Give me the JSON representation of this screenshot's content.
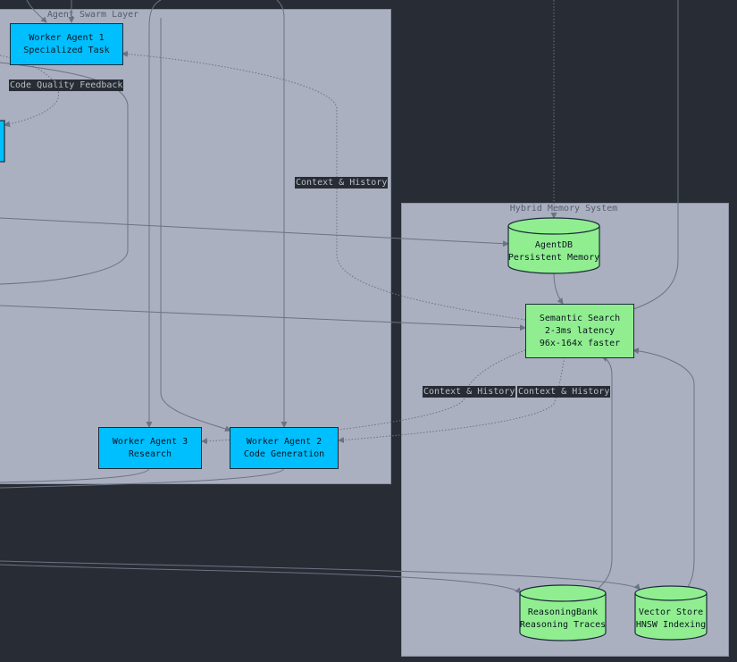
{
  "clusters": {
    "swarm": {
      "title": "Agent Swarm Layer"
    },
    "memory": {
      "title": "Hybrid Memory System"
    }
  },
  "nodes": {
    "worker1": {
      "line1": "Worker Agent 1",
      "line2": "Specialized Task"
    },
    "worker2": {
      "line1": "Worker Agent 2",
      "line2": "Code Generation"
    },
    "worker3": {
      "line1": "Worker Agent 3",
      "line2": "Research"
    },
    "semantic": {
      "line1": "Semantic Search",
      "line2": "2-3ms latency",
      "line3": "96x-164x faster"
    },
    "agentdb": {
      "line1": "AgentDB",
      "line2": "Persistent Memory"
    },
    "reasoning": {
      "line1": "ReasoningBank",
      "line2": "Reasoning Traces"
    },
    "vector": {
      "line1": "Vector Store",
      "line2": "HNSW Indexing"
    }
  },
  "edge_labels": {
    "code_quality": "Code Quality Feedback",
    "context_history_1": "Context & History",
    "context_history_2": "Context & History",
    "context_history_3": "Context & History"
  },
  "colors": {
    "background": "#282c34",
    "cluster_fill": "#aab0bf",
    "worker_fill": "#00bfff",
    "memory_fill": "#90ee90",
    "edge": "#6b7285"
  }
}
